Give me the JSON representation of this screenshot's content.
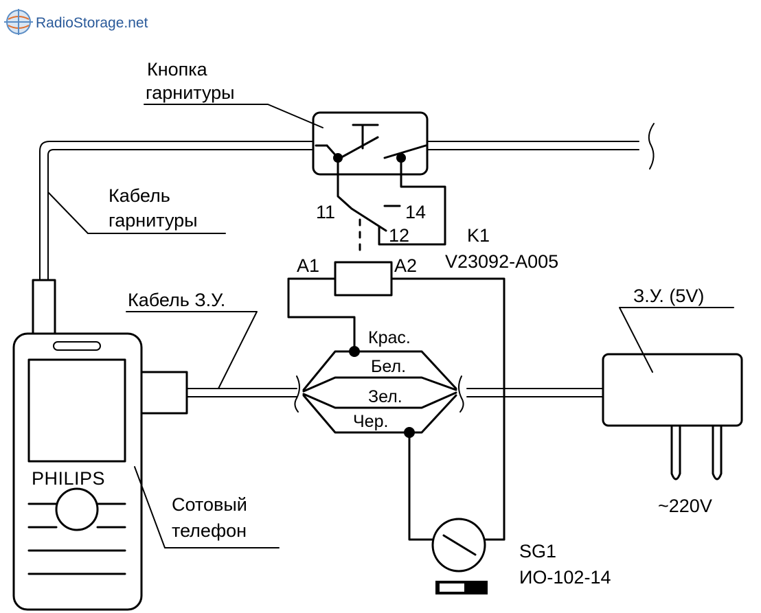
{
  "site_logo": {
    "text": "RadioStorage.net",
    "color": "#2a5a9a",
    "icon": "transistor-globe-icon"
  },
  "labels": {
    "headset_button": [
      "Кнопка",
      "гарнитуры"
    ],
    "headset_cable": [
      "Кабель",
      "гарнитуры"
    ],
    "charger_cable": "Кабель З.У.",
    "charger": "З.У. (5V)",
    "mains": "~220V",
    "phone": [
      "Сотовый",
      "телефон"
    ],
    "phone_brand": "PHILIPS",
    "relay_ref": "K1",
    "relay_part": "V23092-A005",
    "coil_a1": "A1",
    "coil_a2": "A2",
    "pin_11": "11",
    "pin_12": "12",
    "pin_14": "14",
    "wire_red": "Крас.",
    "wire_white": "Бел.",
    "wire_green": "Зел.",
    "wire_black": "Чер.",
    "sensor_ref": "SG1",
    "sensor_part": "ИО-102-14"
  }
}
